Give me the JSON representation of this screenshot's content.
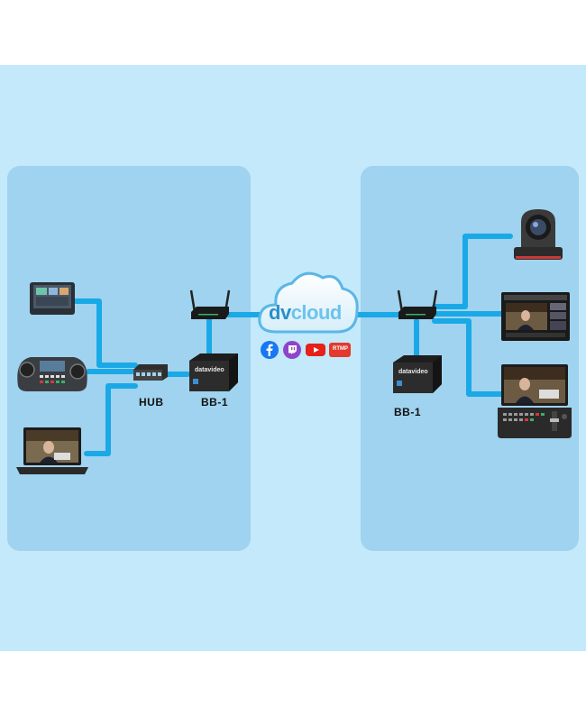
{
  "labels": {
    "hub": "HUB",
    "bb1_left": "BB-1",
    "bb1_right": "BB-1"
  },
  "cloud": {
    "brand_dv": "dv",
    "brand_cloud": "cloud"
  },
  "devices": {
    "box_brand_left": "datavideo",
    "box_brand_right": "datavideo",
    "rtmp": "RTMP"
  },
  "colors": {
    "background": "#c3e9fb",
    "panel": "#9fd3ef",
    "wire": "#1aa9e6",
    "brand_blue": "#2a8fc8"
  },
  "icons": [
    "facebook-icon",
    "twitch-icon",
    "youtube-icon",
    "rtmp-icon"
  ]
}
